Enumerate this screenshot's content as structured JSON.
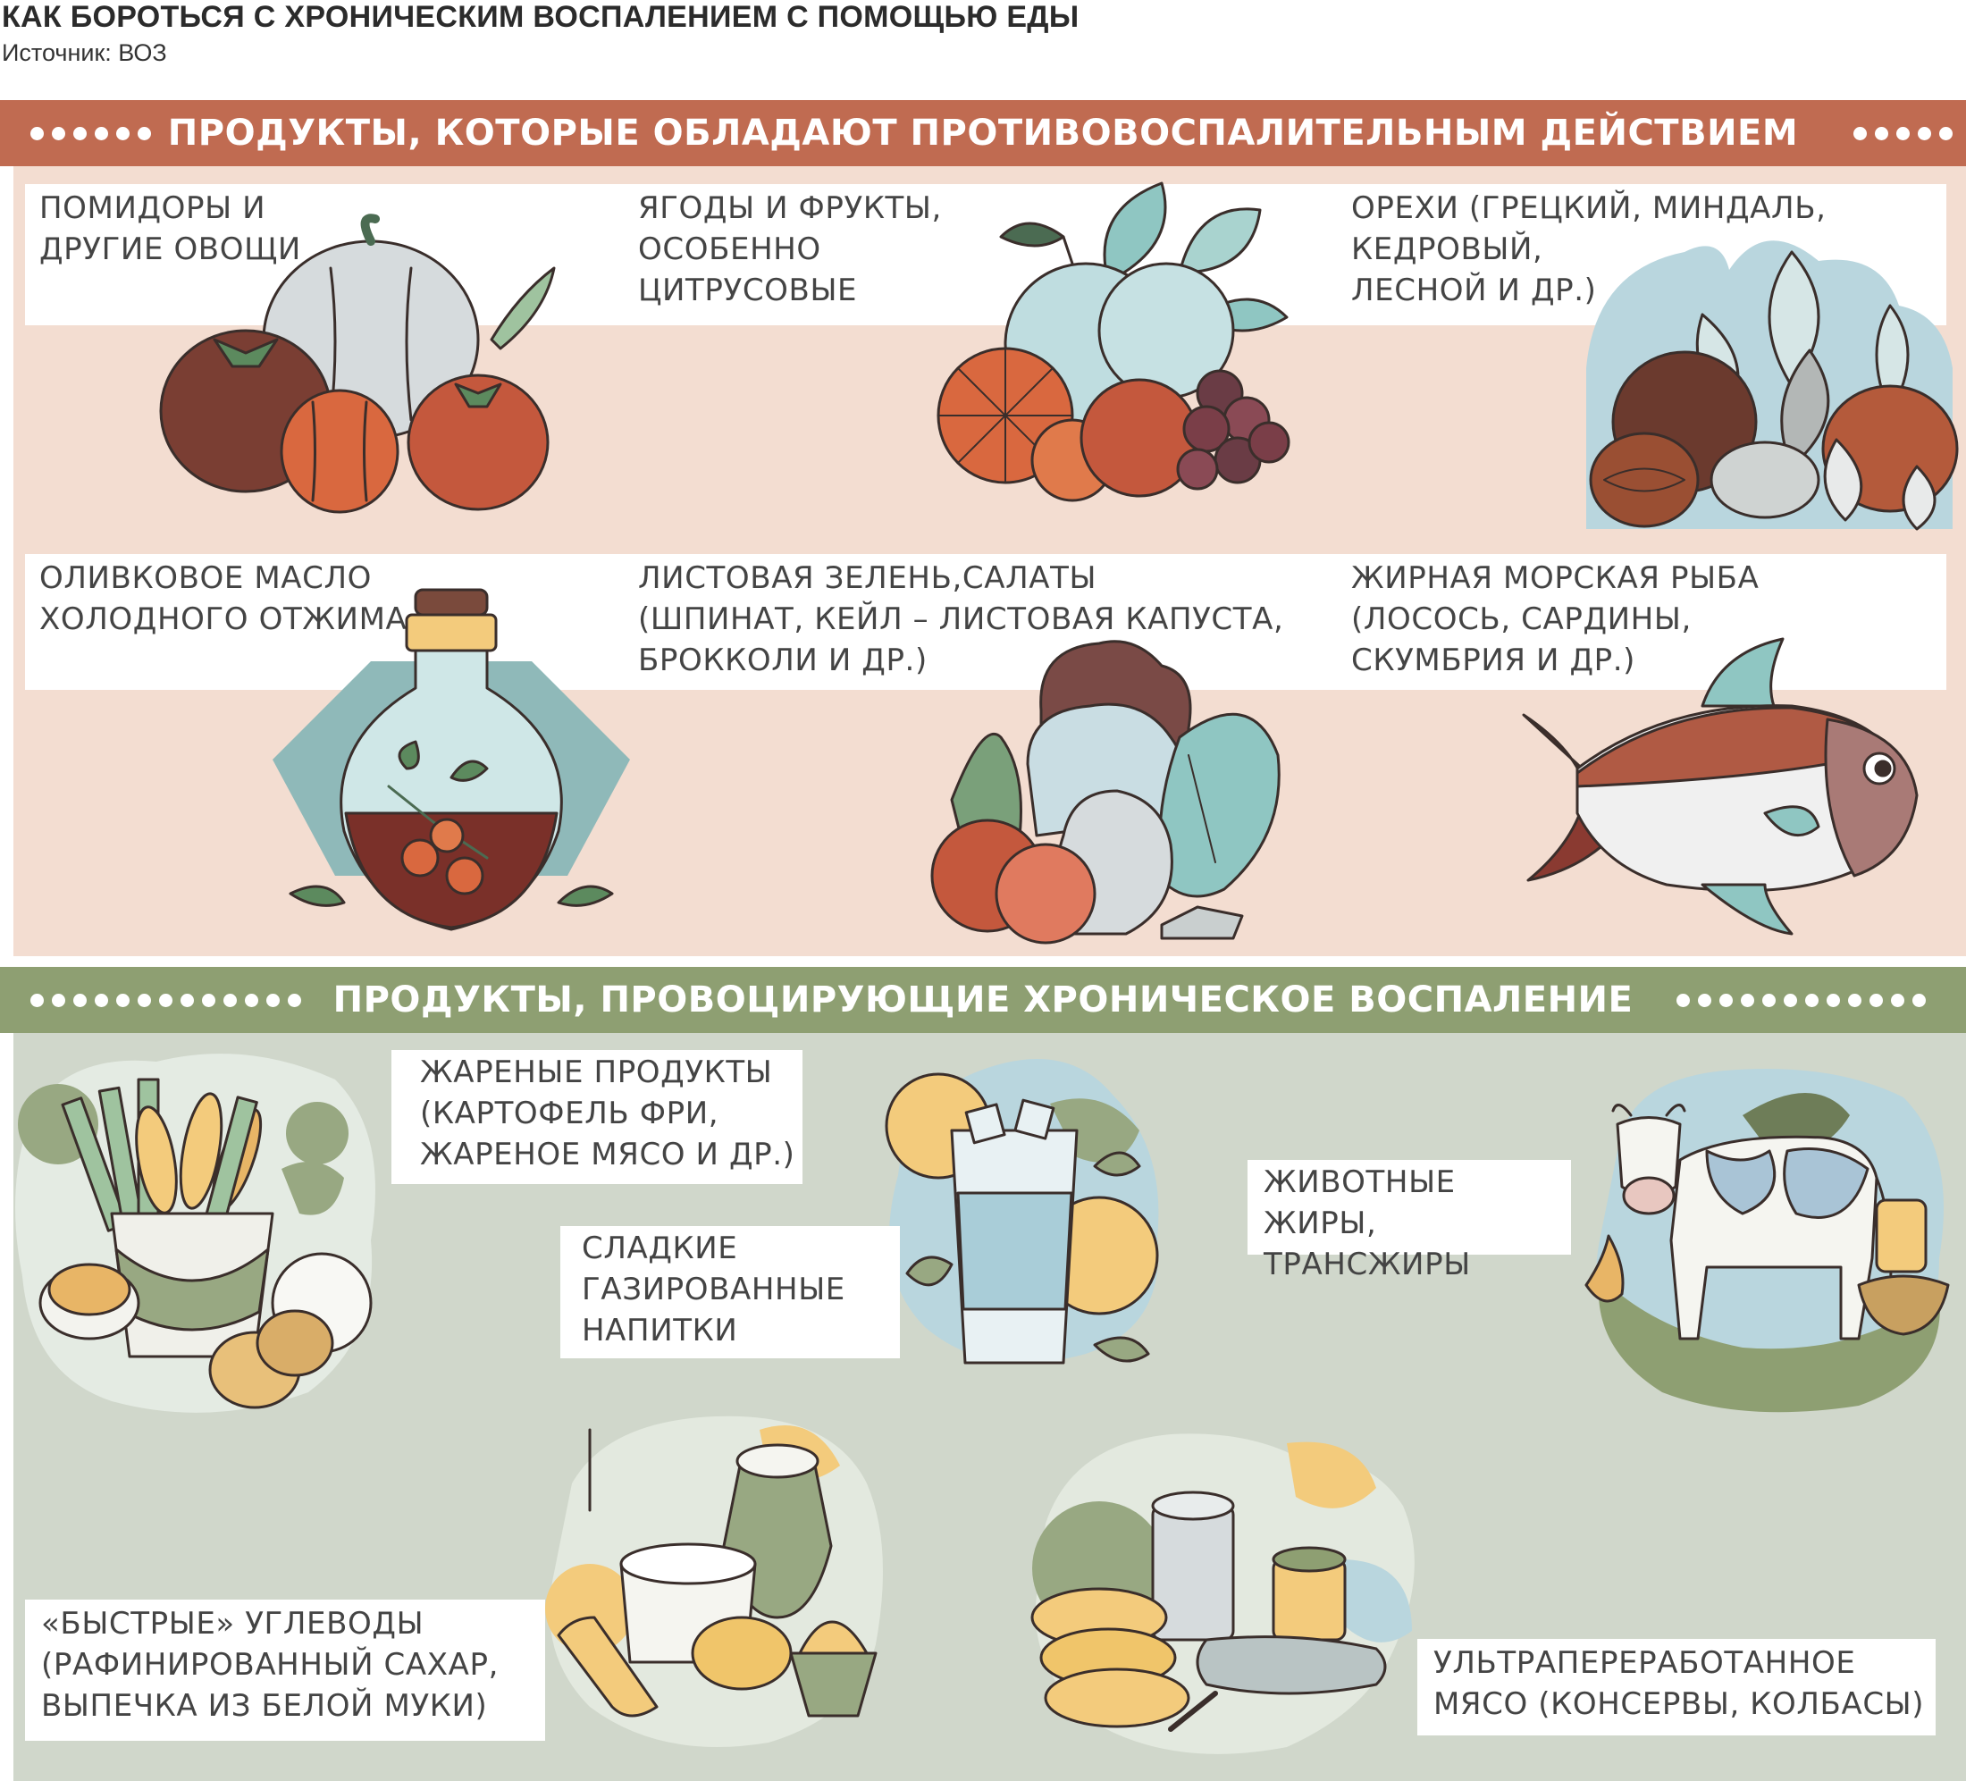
{
  "header": {
    "title": "КАК БОРОТЬСЯ  С ХРОНИЧЕСКИМ ВОСПАЛЕНИЕМ С ПОМОЩЬЮ ЕДЫ",
    "source": "Источник: ВОЗ"
  },
  "colors": {
    "band_top": "#c06b51",
    "band_bottom": "#8e9f72",
    "panel_top": "#f3ddd1",
    "panel_bottom": "#d0d7cb",
    "teal": "#8fc6c2",
    "red_brown": "#b05a44",
    "orange": "#d9683f",
    "yellow": "#f3cb7c",
    "sage": "#98a882",
    "light_blue": "#b9d6de"
  },
  "anti_inflammatory": {
    "heading": "ПРОДУКТЫ, КОТОРЫЕ ОБЛАДАЮТ ПРОТИВОВОСПАЛИТЕЛЬНЫМ ДЕЙСТВИЕМ",
    "items": [
      {
        "label": "ПОМИДОРЫ И\nДРУГИЕ ОВОЩИ",
        "icon": "vegetables-icon"
      },
      {
        "label": "ЯГОДЫ И ФРУКТЫ,\nОСОБЕННО\nЦИТРУСОВЫЕ",
        "icon": "fruits-icon"
      },
      {
        "label": "ОРЕХИ (ГРЕЦКИЙ, МИНДАЛЬ,\nКЕДРОВЫЙ,\nЛЕСНОЙ  И ДР.)",
        "icon": "nuts-icon"
      },
      {
        "label": "ОЛИВКОВОЕ МАСЛО\nХОЛОДНОГО ОТЖИМА",
        "icon": "olive-oil-icon"
      },
      {
        "label": "ЛИСТОВАЯ ЗЕЛЕНЬ,САЛАТЫ\n(ШПИНАТ, КЕЙЛ – ЛИСТОВАЯ КАПУСТА,\nБРОККОЛИ И ДР.)",
        "icon": "greens-icon"
      },
      {
        "label": "ЖИРНАЯ МОРСКАЯ РЫБА\n(ЛОСОСЬ, САРДИНЫ,\nСКУМБРИЯ И ДР.)",
        "icon": "fish-icon"
      }
    ]
  },
  "pro_inflammatory": {
    "heading": "ПРОДУКТЫ, ПРОВОЦИРУЮЩИЕ ХРОНИЧЕСКОЕ ВОСПАЛЕНИЕ",
    "items": [
      {
        "label": "ЖАРЕНЫЕ ПРОДУКТЫ\n(КАРТОФЕЛЬ ФРИ,\nЖАРЕНОЕ МЯСО И ДР.)",
        "icon": "fries-icon"
      },
      {
        "label": "СЛАДКИЕ\nГАЗИРОВАННЫЕ\nНАПИТКИ",
        "icon": "soda-icon"
      },
      {
        "label": "ЖИВОТНЫЕ ЖИРЫ,\nТРАНСЖИРЫ",
        "icon": "cow-icon"
      },
      {
        "label": "«БЫСТРЫЕ» УГЛЕВОДЫ\n(РАФИНИРОВАННЫЙ САХАР,\nВЫПЕЧКА ИЗ БЕЛОЙ МУКИ)",
        "icon": "carbs-icon"
      },
      {
        "label": "УЛЬТРАПЕРЕРАБОТАННОЕ\nМЯСО (КОНСЕРВЫ, КОЛБАСЫ)",
        "icon": "processed-meat-icon"
      }
    ]
  }
}
